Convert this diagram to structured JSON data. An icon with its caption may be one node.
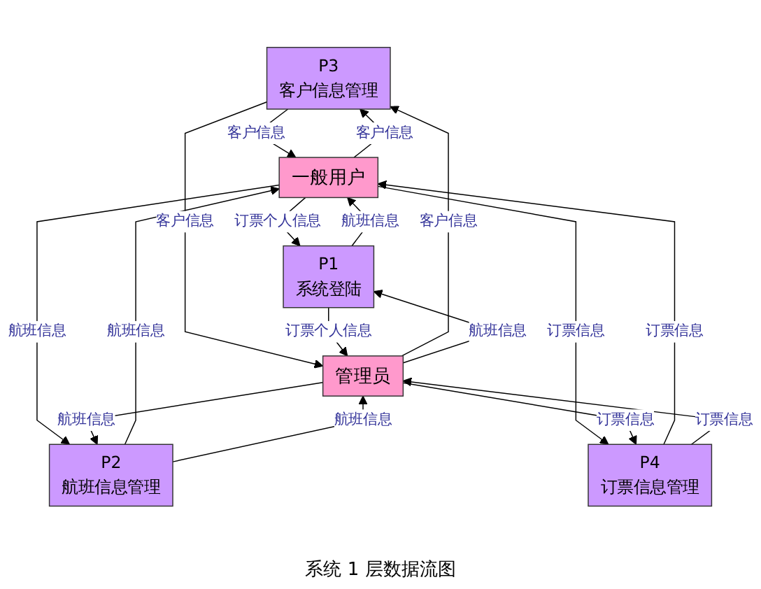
{
  "diagram": {
    "caption": "系统 1 层数据流图",
    "nodes": [
      {
        "text": [
          "P3",
          "客户信息管理"
        ]
      },
      {
        "text": [
          "一般用户"
        ]
      },
      {
        "text": [
          "P1",
          "系统登陆"
        ]
      },
      {
        "text": [
          "管理员"
        ]
      },
      {
        "text": [
          "P2",
          "航班信息管理"
        ]
      },
      {
        "text": [
          "P4",
          "订票信息管理"
        ]
      }
    ],
    "edges": [
      {
        "from": 0,
        "to": 1,
        "arrow": "to",
        "label": "客户信息"
      },
      {
        "from": 1,
        "to": 0,
        "arrow": "to",
        "label": "客户信息"
      },
      {
        "from": 3,
        "to": 0,
        "arrow": "to",
        "label": "客户信息"
      },
      {
        "from": 0,
        "to": 3,
        "arrow": "to",
        "label": "客户信息"
      },
      {
        "from": 1,
        "to": 2,
        "arrow": "to",
        "label": "订票个人信息"
      },
      {
        "from": 2,
        "to": 1,
        "arrow": "to",
        "label": "航班信息"
      },
      {
        "from": 3,
        "to": 2,
        "arrow": "to",
        "label": "航班信息"
      },
      {
        "from": 2,
        "to": 3,
        "arrow": "to",
        "label": "订票个人信息"
      },
      {
        "from": 4,
        "to": 1,
        "arrow": "to",
        "label": "航班信息"
      },
      {
        "from": 1,
        "to": 4,
        "arrow": "to",
        "label": "航班信息"
      },
      {
        "from": 3,
        "to": 4,
        "arrow": "to",
        "label": "航班信息"
      },
      {
        "from": 4,
        "to": 3,
        "arrow": "to",
        "label": "航班信息"
      },
      {
        "from": 5,
        "to": 1,
        "arrow": "to",
        "label": "订票信息"
      },
      {
        "from": 1,
        "to": 5,
        "arrow": "to",
        "label": "订票信息"
      },
      {
        "from": 3,
        "to": 5,
        "arrow": "to",
        "label": "订票信息"
      },
      {
        "from": 5,
        "to": 3,
        "arrow": "to",
        "label": "订票信息"
      }
    ]
  }
}
